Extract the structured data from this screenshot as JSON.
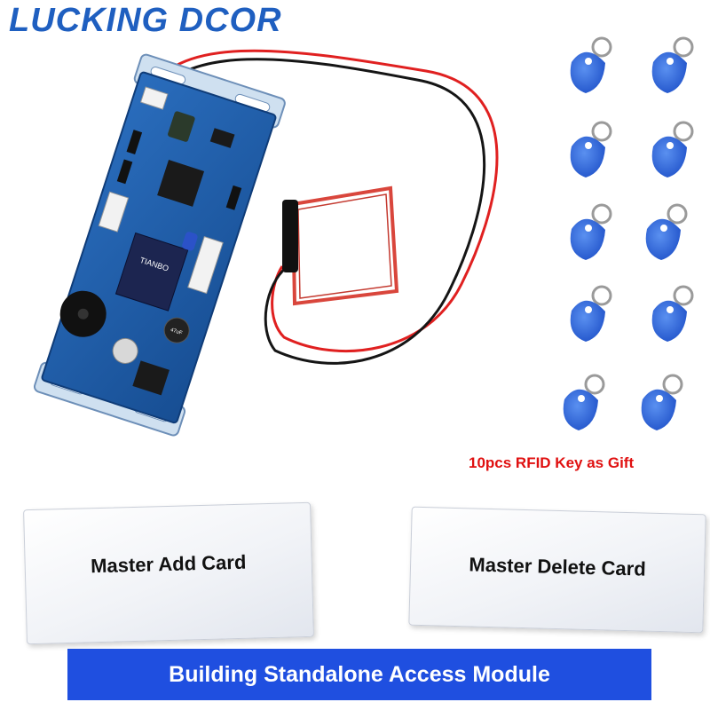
{
  "brand": {
    "name": "LUCKING DCOR"
  },
  "gift_note": "10pcs RFID Key as Gift",
  "cards": [
    {
      "label": "Master Add Card"
    },
    {
      "label": "Master Delete Card"
    }
  ],
  "banner": {
    "title": "Building Standalone Access Module"
  },
  "board_markings": {
    "relay": "TIANBO",
    "capacitor": "47uF"
  },
  "colors": {
    "brand": "#1f5fc0",
    "gift_text": "#e01010",
    "banner": "#1f4fe0",
    "pcb": "#1e5fa8",
    "keyfob": "#2f6ee0",
    "wire_red": "#e02020",
    "antenna": "#d9463c"
  },
  "icons": [
    "access-control-board",
    "rfid-antenna-coil",
    "rfid-keyfob"
  ],
  "keyfob_count": 10
}
